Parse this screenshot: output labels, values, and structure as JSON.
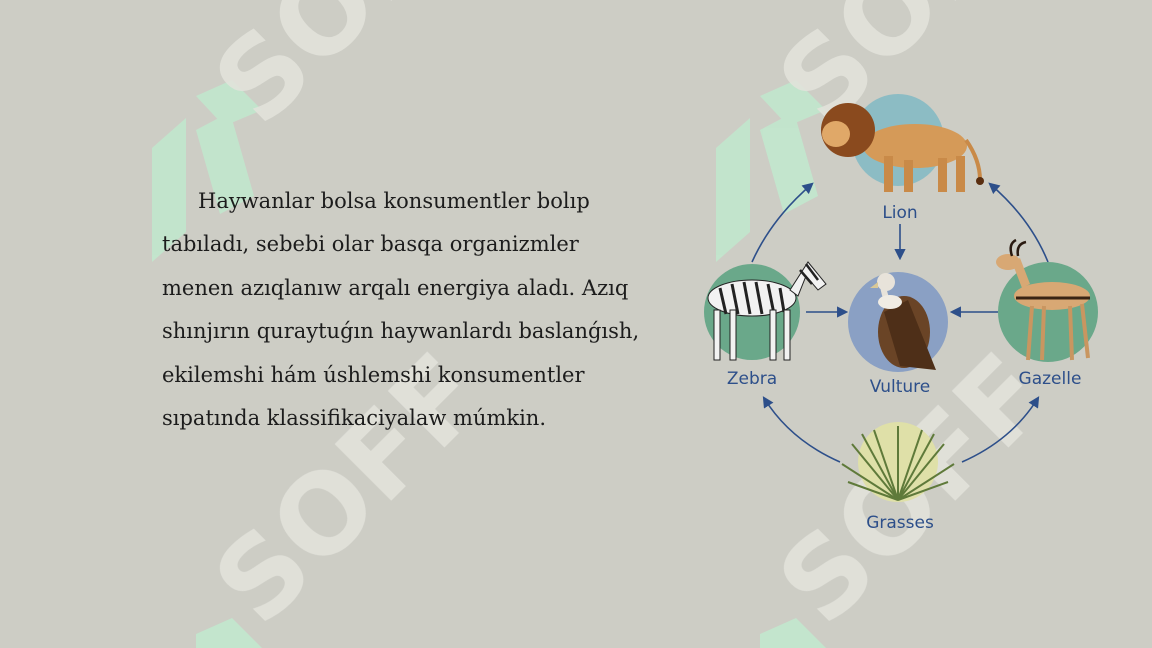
{
  "slide": {
    "paragraph": "Haywanlar bolsa konsumentler bolıp tabıladı, sebebi olar basqa organizmler menen azıqlanıw arqalı energiya aladı. Azıq shınjırın quraytuǵın haywanlardı baslanǵısh, ekilemshi hám úshlemshi konsumentler sıpatında klassifikaciyalaw múmkin."
  },
  "watermark": {
    "text": "SOFF"
  },
  "diagram": {
    "nodes": [
      {
        "id": "lion",
        "label": "Lion",
        "icon": "lion-icon"
      },
      {
        "id": "zebra",
        "label": "Zebra",
        "icon": "zebra-icon"
      },
      {
        "id": "vulture",
        "label": "Vulture",
        "icon": "vulture-icon"
      },
      {
        "id": "gazelle",
        "label": "Gazelle",
        "icon": "gazelle-icon"
      },
      {
        "id": "grasses",
        "label": "Grasses",
        "icon": "grass-icon"
      }
    ],
    "edges": [
      {
        "from": "grasses",
        "to": "zebra"
      },
      {
        "from": "grasses",
        "to": "gazelle"
      },
      {
        "from": "zebra",
        "to": "lion"
      },
      {
        "from": "gazelle",
        "to": "lion"
      },
      {
        "from": "lion",
        "to": "vulture"
      },
      {
        "from": "zebra",
        "to": "vulture"
      },
      {
        "from": "gazelle",
        "to": "vulture"
      }
    ],
    "colors": {
      "arrow": "#2d4f8a",
      "label": "#2d4f8a",
      "lion_circle": "#8cbcc4",
      "node_circle": "#6aa88a",
      "vulture_circle": "#8aa0c4",
      "grass_circle": "#dfe0a8"
    }
  }
}
